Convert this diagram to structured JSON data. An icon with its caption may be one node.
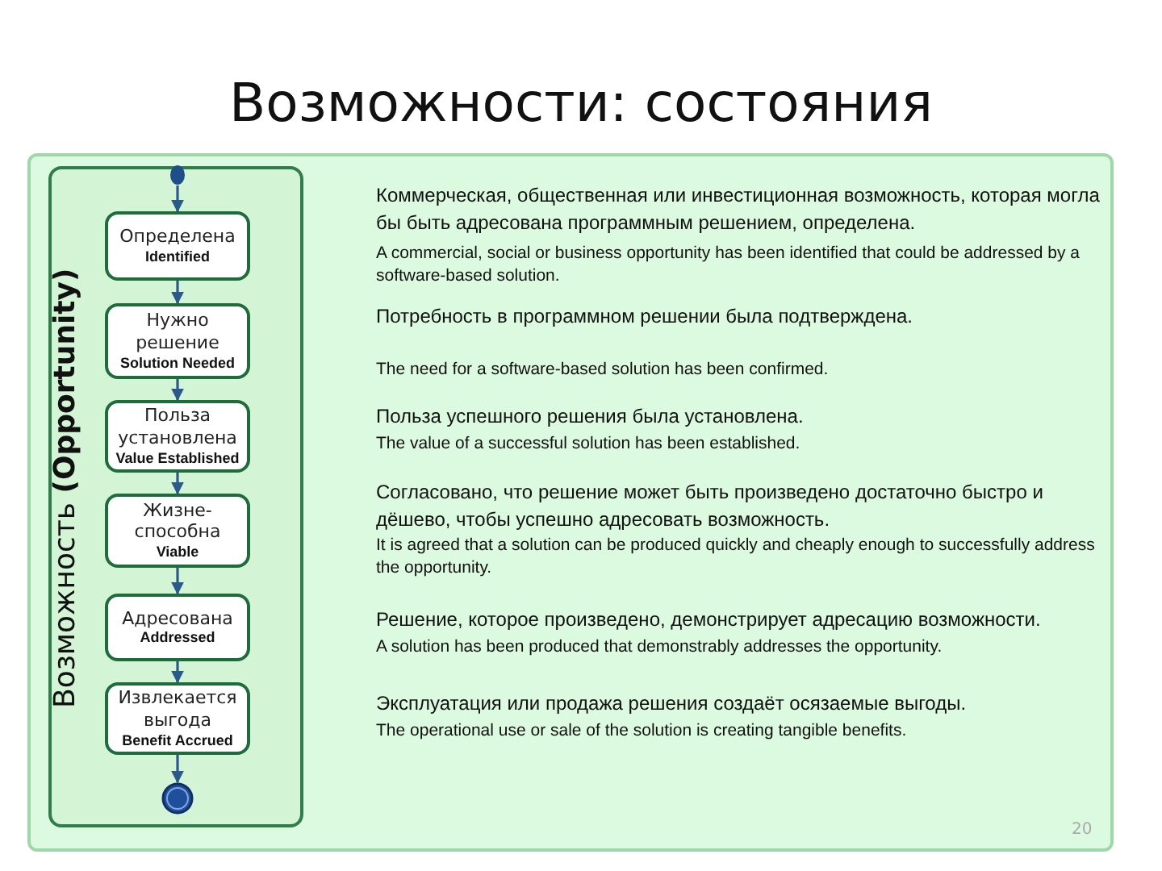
{
  "diagram": {
    "title": "Возможности: состояния",
    "nodes": [
      {
        "text": [
          "Возможность **(Opportunity)**"
        ]
      },
      {
        "text": [],
        "shape": "circle",
        "in": 0
      },
      {
        "text": [
          "Определена",
          "Identified"
        ],
        "in": 0
      },
      {
        "text": [
          "Нужно решение",
          "Solution Needed"
        ],
        "in": 0
      },
      {
        "text": [
          "Польза установлена",
          "Value Established"
        ],
        "in": 0
      },
      {
        "text": [
          "Жизне-способна",
          "Viable"
        ],
        "in": 0
      },
      {
        "text": [
          "Адресована",
          "Addressed"
        ],
        "in": 0
      },
      {
        "text": [
          "Извлекается выгода",
          "Benefit Accrued"
        ],
        "in": 0
      },
      {
        "text": [],
        "shape": "circle",
        "in": 0
      }
    ],
    "edges": [
      {
        "from": 1,
        "to": 2,
        "arrow": "to"
      },
      {
        "from": 2,
        "to": 3,
        "arrow": "to"
      },
      {
        "from": 3,
        "to": 4,
        "arrow": "to"
      },
      {
        "from": 4,
        "to": 5,
        "arrow": "to"
      },
      {
        "from": 5,
        "to": 6,
        "arrow": "to"
      },
      {
        "from": 6,
        "to": 7,
        "arrow": "to"
      },
      {
        "from": 7,
        "to": 8,
        "arrow": "to"
      }
    ],
    "labels": [
      "Коммерческая, общественная или инвестиционная возможность, которая могла бы быть адресована программным решением, определена.",
      "A commercial, social or business opportunity has been identified that could be addressed by a software-based solution.",
      "Потребность в программном решении была подтверждена.",
      "The need for a software-based solution has been confirmed.",
      "Польза успешного решения была установлена.",
      "The value of a successful solution has been established.",
      "Согласовано, что решение может быть произведено достаточно быстро и дёшево, чтобы успешно адресовать возможность.",
      "It is agreed that a solution can be produced quickly and cheaply enough to successfully address the opportunity.",
      "Решение, которое произведено, демонстрирует адресацию возможности.",
      "A solution has been produced that demonstrably addresses the opportunity.",
      "Эксплуатация или продажа решения создаёт осязаемые выгоды.",
      "The operational use or sale of the solution is creating tangible benefits.",
      "20"
    ]
  }
}
